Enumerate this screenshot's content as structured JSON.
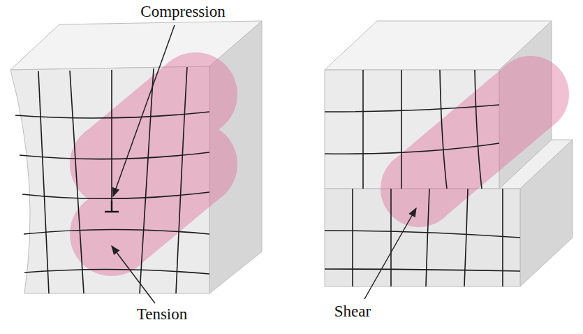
{
  "diagram": {
    "labels": [
      "Compression",
      "Tension",
      "Shear"
    ]
  }
}
